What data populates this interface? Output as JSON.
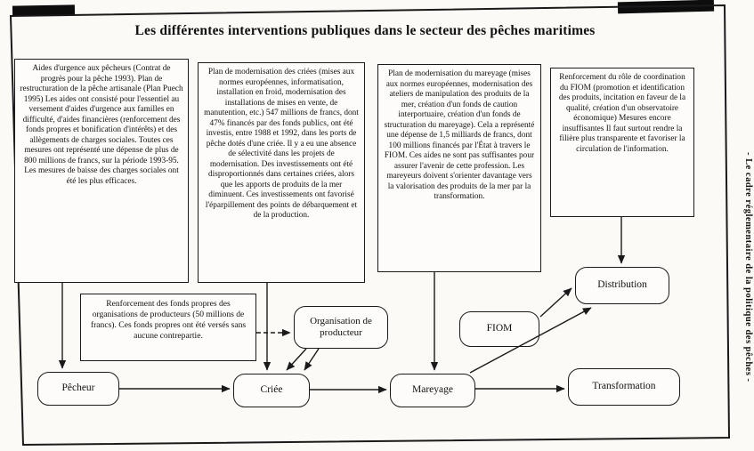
{
  "title": "Les différentes interventions publiques dans le secteur des pêches maritimes",
  "side_note": "- Le cadre réglementaire de la politique des pêches -",
  "boxes": {
    "aides_urgence": "Aides d'urgence aux pêcheurs (Contrat de progrès pour la pêche 1993). Plan de restructuration de la pêche artisanale (Plan Puech 1995) Les aides ont consisté pour l'essentiel au versement d'aides d'urgence aux familles en difficulté, d'aides financières (renforcement des fonds propres et bonification d'intérêts) et des allègements de charges sociales. Toutes ces mesures ont représenté une dépense de plus de 800 millions de francs, sur la période 1993-95. Les mesures de baisse des charges sociales ont été les plus efficaces.",
    "modernisation_criees": "Plan de modernisation des criées (mises aux normes européennes, informatisation, installation en froid, modernisation des installations de mises en vente, de manutention, etc.) 547 millions de francs, dont 47% financés par des fonds publics, ont été investis, entre 1988 et 1992, dans les ports de pêche dotés d'une criée. Il y a eu une absence de sélectivité dans les projets de modernisation. Des investissements ont été disproportionnés dans certaines criées, alors que les apports de produits de la mer diminuent. Ces investissements ont favorisé l'éparpillement des points de débarquement et de la production.",
    "modernisation_mareyage": "Plan de modernisation du mareyage (mises aux normes européennes, modernisation des ateliers de manipulation des produits de la mer, création d'un fonds de caution interportuaire, création d'un fonds de structuration du mareyage). Cela a représenté une dépense de 1,5 milliards de francs, dont 100 millions financés par l'État à travers le FIOM. Ces aides ne sont pas suffisantes pour assurer l'avenir de cette profession. Les mareyeurs doivent s'orienter davantage vers la valorisation des produits de la mer par la transformation.",
    "coordination_fiom": "Renforcement du rôle de coordination du FIOM (promotion et identification des produits, incitation en faveur de la qualité, création d'un observatoire économique) Mesures encore insuffisantes Il faut surtout rendre la filière plus transparente et favoriser la circulation de l'information.",
    "fonds_propres_op": "Renforcement des fonds propres des organisations de producteurs (50 millions de francs). Ces fonds propres ont été versés sans aucune contrepartie."
  },
  "nodes": {
    "pecheur": "Pêcheur",
    "criee": "Criée",
    "organisation_producteur": "Organisation de producteur",
    "mareyage": "Mareyage",
    "fiom": "FIOM",
    "distribution": "Distribution",
    "transformation": "Transformation"
  }
}
